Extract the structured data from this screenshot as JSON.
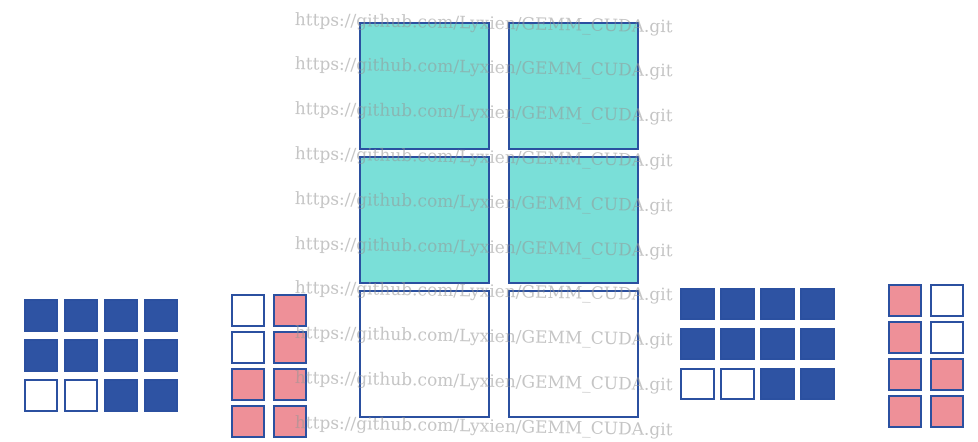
{
  "watermark": "https://github.com/Lyxien/GEMM_CUDA.git",
  "colors": {
    "blue": "#2e53a3",
    "pink": "#ee9098",
    "teal": "#7adfd8",
    "outline": "#2b50a0"
  },
  "diagram": {
    "left_blue_grid": [
      "blue",
      "blue",
      "blue",
      "blue",
      "blue",
      "blue",
      "blue",
      "blue",
      "white",
      "white",
      "blue",
      "blue"
    ],
    "left_pink_column": [
      "white",
      "pink",
      "white",
      "pink",
      "pink",
      "pink",
      "pink",
      "pink"
    ],
    "center_tiles": [
      "teal",
      "teal",
      "teal",
      "teal",
      "white",
      "white"
    ],
    "right_blue_grid": [
      "blue",
      "blue",
      "blue",
      "blue",
      "blue",
      "blue",
      "blue",
      "blue",
      "white",
      "white",
      "blue",
      "blue"
    ],
    "right_pink_column": [
      "pink",
      "white",
      "pink",
      "white",
      "pink",
      "pink",
      "pink",
      "pink"
    ]
  }
}
